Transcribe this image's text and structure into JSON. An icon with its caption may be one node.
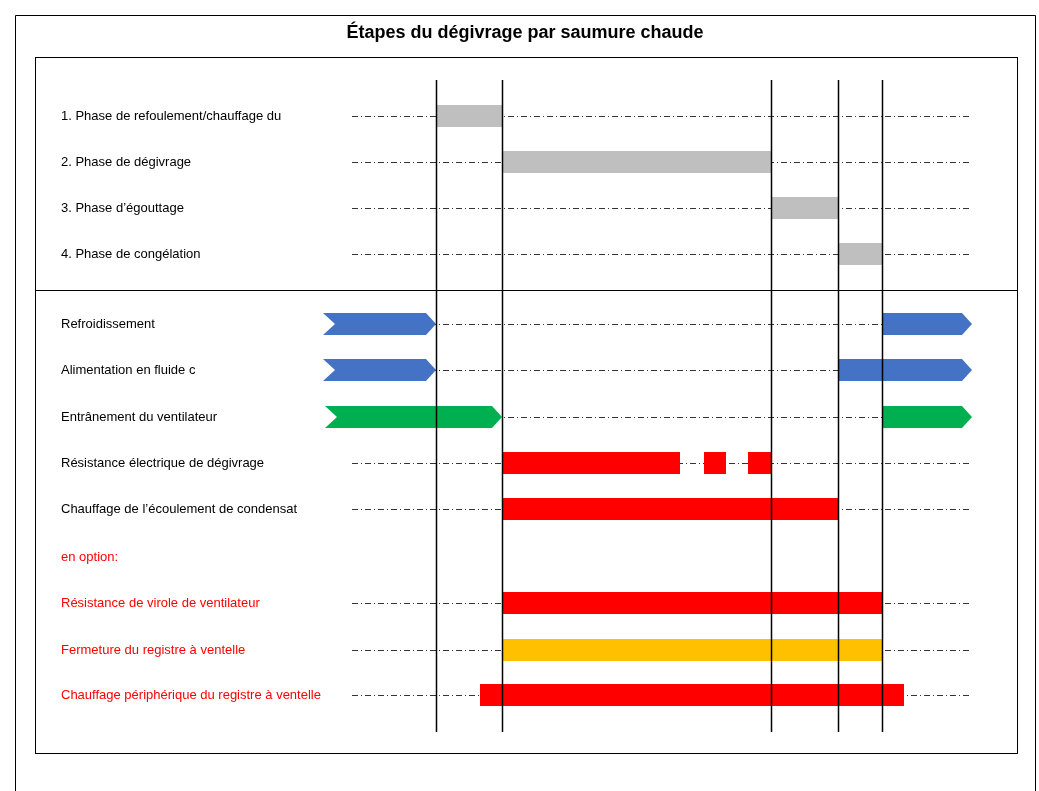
{
  "diagram": {
    "title": "Étapes du dégivrage par saumure chaude",
    "labels": [
      "1. Phase de refoulement/chauffage du",
      "2. Phase de dégivrage",
      "3. Phase d’égouttage",
      "4. Phase de congélation",
      "Refroidissement",
      "Alimentation en fluide c",
      "Entrânement du ventilateur",
      "Résistance électrique de dégivrage",
      "Chauffage de l’écoulement de condensat",
      "en option:",
      "Résistance de virole de ventilateur",
      "Fermeture du registre à ventelle",
      "Chauffage périphérique du registre à ventelle"
    ]
  }
}
